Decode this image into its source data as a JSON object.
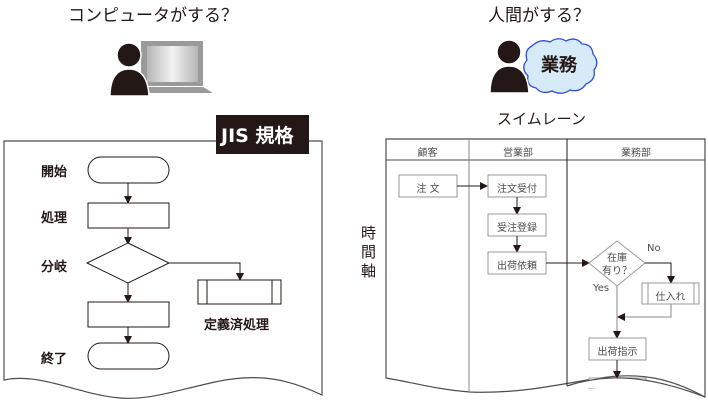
{
  "left_panel": {
    "title": "コンピュータがする？",
    "icon": "person-with-laptop-icon",
    "badge": "JIS 規格",
    "labels": {
      "start": "開始",
      "process": "処理",
      "decision": "分岐",
      "end": "終了",
      "predefined": "定義済処理"
    }
  },
  "right_panel": {
    "title": "人間がする？",
    "icon": "person-with-thought-bubble-icon",
    "bubble_text": "業務",
    "subtitle": "スイムレーン",
    "time_axis": [
      "時",
      "間",
      "軸"
    ],
    "lanes": [
      "顧客",
      "営業部",
      "業務部"
    ],
    "nodes": {
      "order": "注 文",
      "order_receipt": "注文受付",
      "order_entry": "受注登録",
      "shipping_request": "出荷依頼",
      "stock_line1": "在庫",
      "stock_line2": "有り？",
      "no": "No",
      "yes": "Yes",
      "purchase": "仕入れ",
      "shipping_instruction": "出荷指示"
    }
  },
  "colors": {
    "ink": "#231815",
    "bubble_fill": "#d6ebf7",
    "bubble_stroke": "#2f4fd6",
    "lane_line": "#888888"
  }
}
